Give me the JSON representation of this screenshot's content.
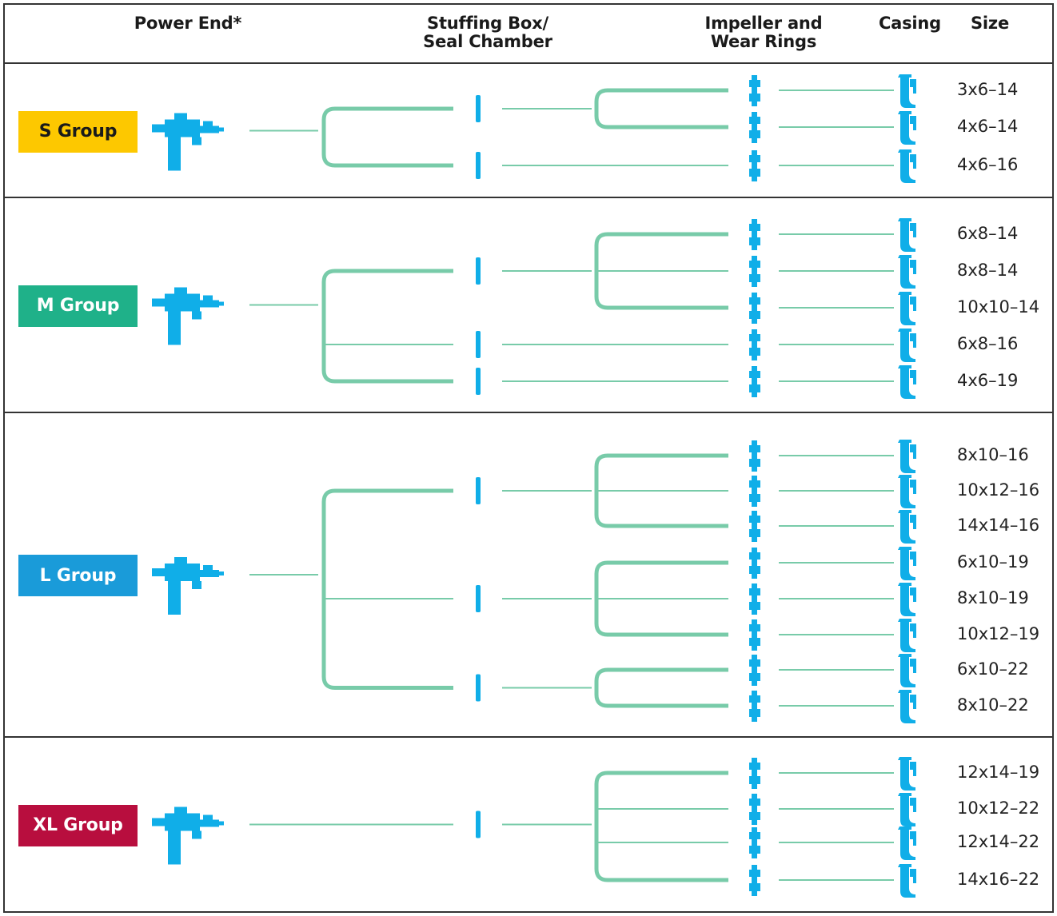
{
  "headers": {
    "power_end": "Power End*",
    "stuffing_box": "Stuffing Box/\nSeal Chamber",
    "impeller": "Impeller and\nWear Rings",
    "casing": "Casing",
    "size": "Size"
  },
  "colors": {
    "line": "#78cba9",
    "part": "#10aee8",
    "border": "#333333",
    "text": "#222222"
  },
  "groups": [
    {
      "label": "S Group",
      "color": "#fdc800",
      "label_color": "#1a1a1a",
      "structure": [
        [
          1,
          2
        ],
        [
          1
        ]
      ],
      "sizes": [
        "3x6–14",
        "4x6–14",
        "4x6–16"
      ]
    },
    {
      "label": "M Group",
      "color": "#1fb189",
      "label_color": "#ffffff",
      "structure": [
        [
          1,
          2,
          3
        ],
        [
          1
        ],
        [
          1
        ]
      ],
      "sizes": [
        "6x8–14",
        "8x8–14",
        "10x10–14",
        "6x8–16",
        "4x6–19"
      ]
    },
    {
      "label": "L Group",
      "color": "#1a9bd9",
      "label_color": "#ffffff",
      "structure": [
        [
          1,
          2,
          3
        ],
        [
          1,
          2,
          3
        ],
        [
          1,
          2
        ]
      ],
      "sizes": [
        "8x10–16",
        "10x12–16",
        "14x14–16",
        "6x10–19",
        "8x10–19",
        "10x12–19",
        "6x10–22",
        "8x10–22"
      ]
    },
    {
      "label": "XL Group",
      "color": "#b80e3e",
      "label_color": "#ffffff",
      "structure": [
        [
          1,
          2,
          3,
          4
        ]
      ],
      "sizes": [
        "12x14–19",
        "10x12–22",
        "12x14–22",
        "14x16–22"
      ]
    }
  ]
}
